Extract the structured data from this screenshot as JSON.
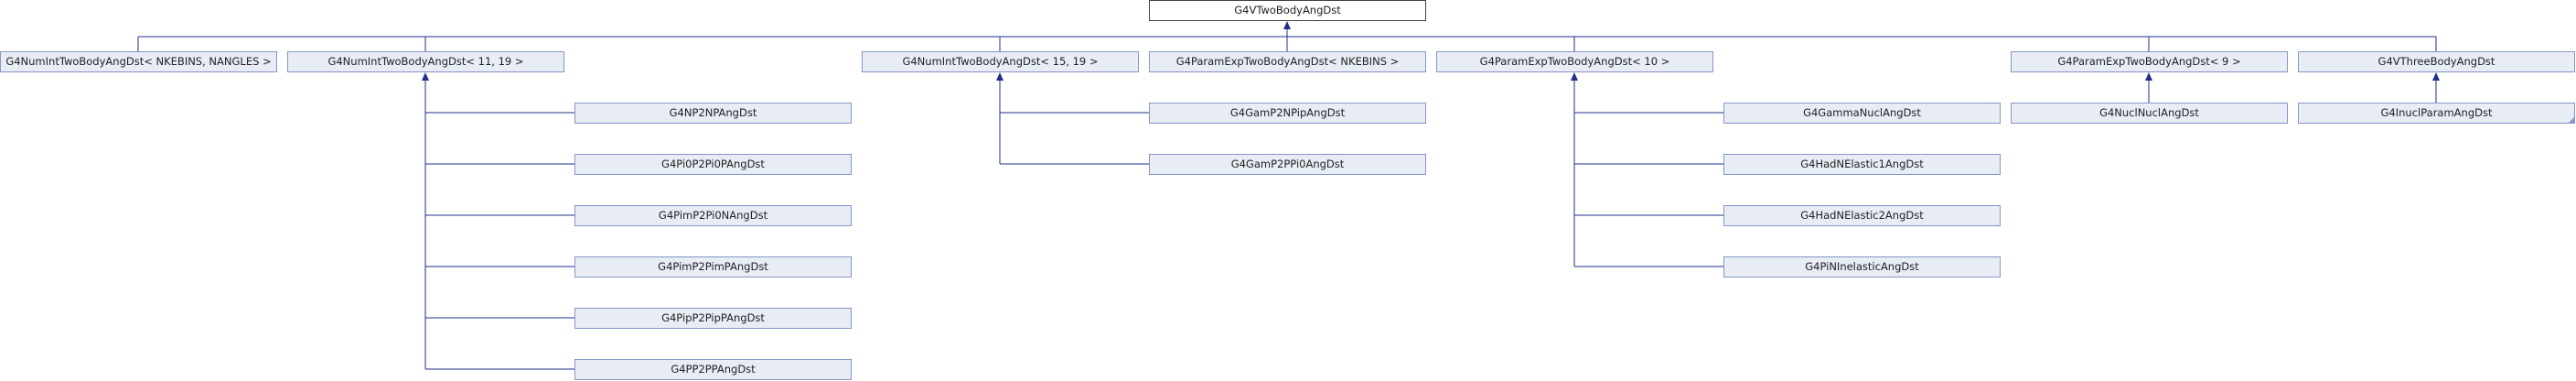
{
  "diagram": {
    "root": "G4VTwoBodyAngDst",
    "level1": [
      "G4NumIntTwoBodyAngDst< NKEBINS, NANGLES >",
      "G4NumIntTwoBodyAngDst< 11, 19 >",
      "G4NumIntTwoBodyAngDst< 15, 19 >",
      "G4ParamExpTwoBodyAngDst< NKEBINS >",
      "G4ParamExpTwoBodyAngDst< 10 >",
      "G4ParamExpTwoBodyAngDst< 9 >",
      "G4VThreeBodyAngDst"
    ],
    "group_11_19": [
      "G4NP2NPAngDst",
      "G4Pi0P2Pi0PAngDst",
      "G4PimP2Pi0NAngDst",
      "G4PimP2PimPAngDst",
      "G4PipP2PipPAngDst",
      "G4PP2PPAngDst"
    ],
    "group_15_19": [
      "G4GamP2NPipAngDst",
      "G4GamP2PPi0AngDst"
    ],
    "group_param_10": [
      "G4GammaNuclAngDst",
      "G4HadNElastic1AngDst",
      "G4HadNElastic2AngDst",
      "G4PiNInelasticAngDst"
    ],
    "group_param_9": [
      "G4NuclNuclAngDst"
    ],
    "group_three_body": [
      "G4InuclParamAngDst"
    ]
  },
  "colors": {
    "node_fill": "#e8ecf5",
    "node_border": "#8596c7",
    "root_border": "#404040",
    "edge": "#1f2f8a"
  }
}
